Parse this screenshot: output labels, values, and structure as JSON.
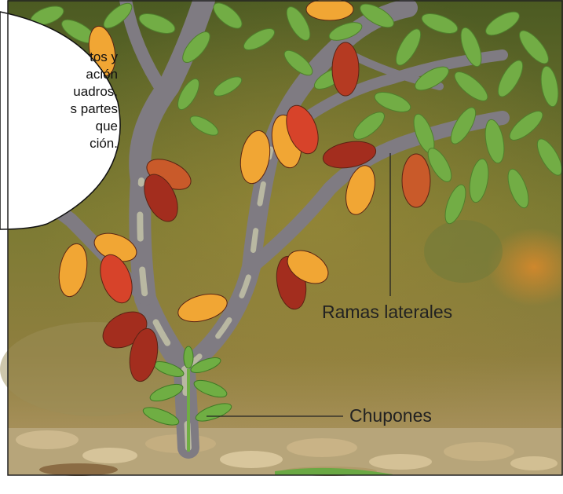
{
  "bubble": {
    "lines": [
      "tos y",
      "ación",
      "uadros,",
      "s partes",
      "que",
      "ción."
    ]
  },
  "labels": {
    "ramas_laterales": "Ramas laterales",
    "chupones": "Chupones"
  },
  "colors": {
    "background_dark": "#3f4a1e",
    "background_light": "#8a8a3a",
    "trunk": "#8d8a8c",
    "pod_orange": "#f1a634",
    "pod_red": "#c8452a",
    "pod_darkred": "#a32d1e",
    "leaf": "#74b046",
    "ground": "#c8b48a"
  }
}
